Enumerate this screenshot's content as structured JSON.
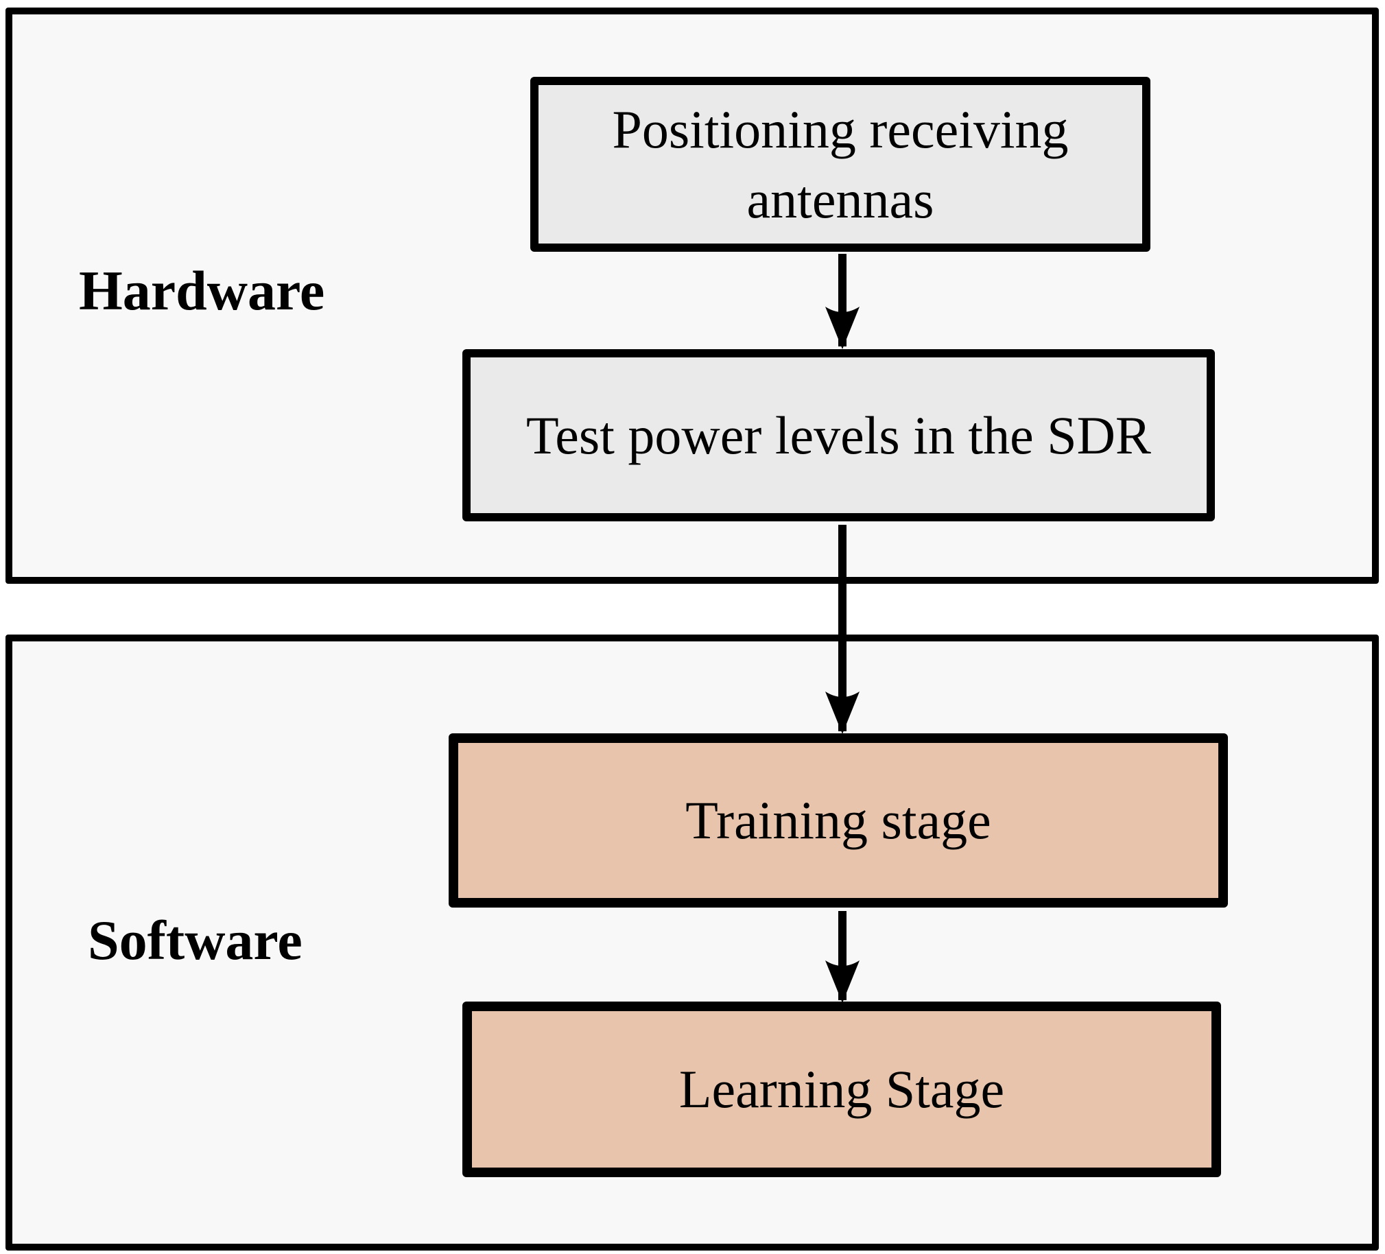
{
  "sections": {
    "hardware": {
      "label": "Hardware"
    },
    "software": {
      "label": "Software"
    }
  },
  "nodes": {
    "antennas": {
      "label": "Positioning receiving antennas"
    },
    "sdr": {
      "label": "Test power levels in the SDR"
    },
    "training": {
      "label": "Training stage"
    },
    "learning": {
      "label": "Learning Stage"
    }
  },
  "colors": {
    "hardware_node_fill": "#eaeaea",
    "software_node_fill": "#e8c4ac",
    "container_fill": "#f8f8f8",
    "border_and_text": "#000000",
    "page_background": "#ffffff"
  }
}
